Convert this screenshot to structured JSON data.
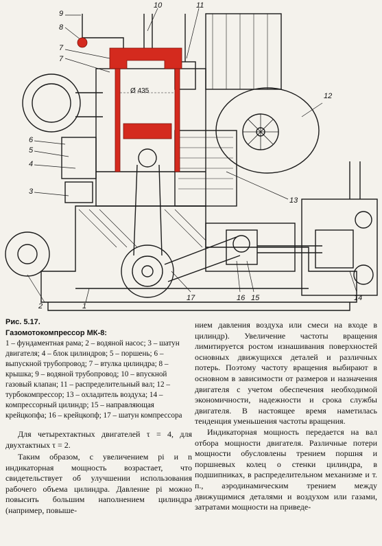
{
  "figure": {
    "diameter_label": "Ø 435",
    "part_numbers": [
      "1",
      "2",
      "3",
      "4",
      "5",
      "6",
      "7",
      "8",
      "9",
      "10",
      "11",
      "12",
      "13",
      "14",
      "15",
      "16",
      "17"
    ],
    "colors": {
      "ink": "#1a1a1a",
      "highlight": "#d42a1e",
      "paper": "#f4f2ec"
    }
  },
  "caption": {
    "title": "Рис. 5.17.",
    "subtitle": "Газомотокомпрессор МК-8:",
    "legend": "1 – фундаментная рама; 2 – водяной насос; 3 – шатун двигателя; 4 – блок цилиндров; 5 – поршень; 6 – выпускной трубопровод; 7 – втулка цилиндра; 8 – крышка; 9 – водяной трубопровод; 10 – впускной газовый клапан; 11 – распределительный вал; 12 – турбокомпрессор; 13 – охладитель воздуха; 14 – компрессорный цилиндр; 15 – направляющая крейцкопфа; 16 – крейцкопф; 17 – шатун компрессора"
  },
  "left_text": {
    "para1": "Для четырехтактных двигателей τ = 4, для двухтактных τ = 2.",
    "para2": "Таким образом, с увеличением pi и n индикаторная мощность возрастает, что свидетельствует об улучшении использования рабочего объема цилиндра. Давление pi можно повысить большим наполнением цилиндра (например, повыше-"
  },
  "right_text": {
    "para1": "нием давления воздуха или смеси на входе в цилиндр). Увеличение частоты вращения лимитируется ростом изнашивания поверхностей основных движущихся деталей и различных потерь. Поэтому частоту вращения выбирают в основном в зависимости от размеров и назначения двигателя с учетом обеспечения необходимой экономичности, надежности и срока службы двигателя. В настоящее время наметилась тенденция уменьшения частоты вращения.",
    "para2": "Индикаторная мощность передается на вал отбора мощности двигателя. Различные потери мощности обусловлены трением поршня и поршневых колец о стенки цилиндра, в подшипниках, в распределительном механизме и т. п., аэродинамическим трением между движущимися деталями и воздухом или газами, затратами мощности на приведе-"
  }
}
